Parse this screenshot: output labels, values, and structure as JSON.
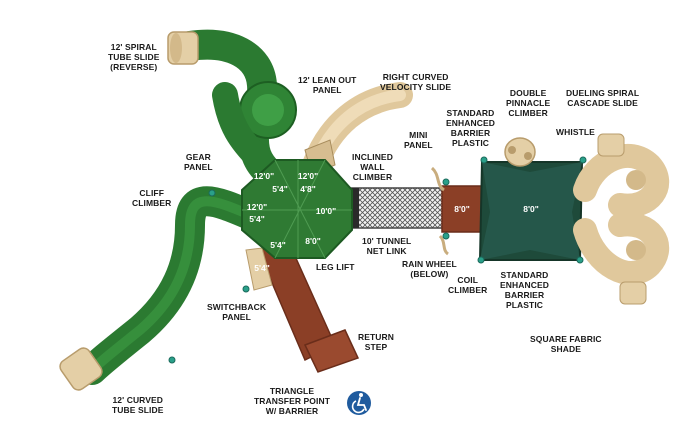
{
  "labels": {
    "spiral_tube_reverse": [
      "12' SPIRAL",
      "TUBE SLIDE",
      "(REVERSE)"
    ],
    "lean_out_panel": [
      "12' LEAN OUT",
      "PANEL"
    ],
    "right_curved_velocity": [
      "RIGHT CURVED",
      "VELOCITY SLIDE"
    ],
    "standard_enhanced_barrier_top": [
      "STANDARD",
      "ENHANCED",
      "BARRIER",
      "PLASTIC"
    ],
    "double_pinnacle": [
      "DOUBLE",
      "PINNACLE",
      "CLIMBER"
    ],
    "dueling_spiral": [
      "DUELING SPIRAL",
      "CASCADE SLIDE"
    ],
    "whistle": [
      "WHISTLE"
    ],
    "mini_panel": [
      "MINI",
      "PANEL"
    ],
    "gear_panel": [
      "GEAR",
      "PANEL"
    ],
    "cliff_climber": [
      "CLIFF",
      "CLIMBER"
    ],
    "inclined_wall": [
      "INCLINED",
      "WALL",
      "CLIMBER"
    ],
    "tunnel_net": [
      "10' TUNNEL",
      "NET LINK"
    ],
    "leg_lift": [
      "LEG LIFT"
    ],
    "rain_wheel": [
      "RAIN WHEEL",
      "(BELOW)"
    ],
    "coil_climber": [
      "COIL",
      "CLIMBER"
    ],
    "standard_enhanced_barrier_bottom": [
      "STANDARD",
      "ENHANCED",
      "BARRIER",
      "PLASTIC"
    ],
    "switchback_panel": [
      "SWITCHBACK",
      "PANEL"
    ],
    "return_step": [
      "RETURN",
      "STEP"
    ],
    "square_fabric_shade": [
      "SQUARE FABRIC",
      "SHADE"
    ],
    "curved_tube_slide": [
      "12' CURVED",
      "TUBE SLIDE"
    ],
    "triangle_transfer": [
      "TRIANGLE",
      "TRANSFER POINT",
      "w/ BARRIER"
    ]
  },
  "heights": {
    "h1": "12'0\"",
    "h2": "12'0\"",
    "h3": "5'4\"",
    "h4": "4'8\"",
    "h5": "12'0\"",
    "h6": "5'4\"",
    "h7": "10'0\"",
    "h8": "5'4\"",
    "h9": "8'0\"",
    "h10": "5'4\"",
    "h11": "8'0\"",
    "h12": "8'0\""
  },
  "icons": {
    "accessibility": "wheelchair-accessibility-icon"
  },
  "colors": {
    "green": "#2f7a33",
    "dark_green": "#1f5a24",
    "shade": "#1e4a3a",
    "tan": "#e4cfa6",
    "brown": "#8b3f26",
    "blue": "#1f5b9e",
    "teal": "#2aa08a"
  }
}
